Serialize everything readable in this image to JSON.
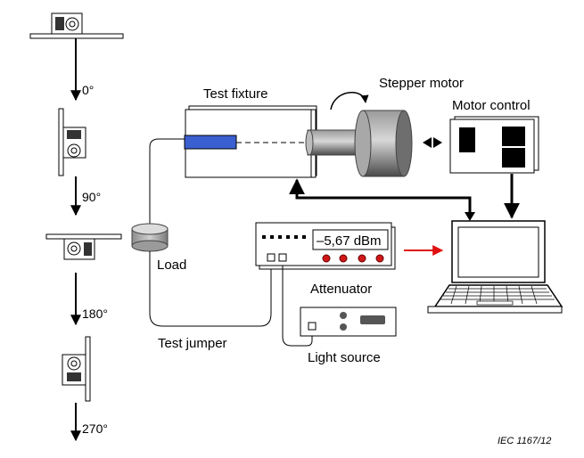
{
  "labels": {
    "test_fixture": "Test fixture",
    "stepper_motor": "Stepper motor",
    "motor_control": "Motor control",
    "load": "Load",
    "attenuator": "Attenuator",
    "test_jumper": "Test jumper",
    "light_source": "Light source",
    "reference": "IEC   1167/12"
  },
  "rotation_steps": [
    "0°",
    "90°",
    "180°",
    "270°"
  ],
  "attenuator_display": "–5,67 dBm",
  "colors": {
    "connector_blue": "#3a5fd0",
    "signal_arrow": "#e01010",
    "motor_gray": "#5a5a5a",
    "line": "#000000"
  }
}
